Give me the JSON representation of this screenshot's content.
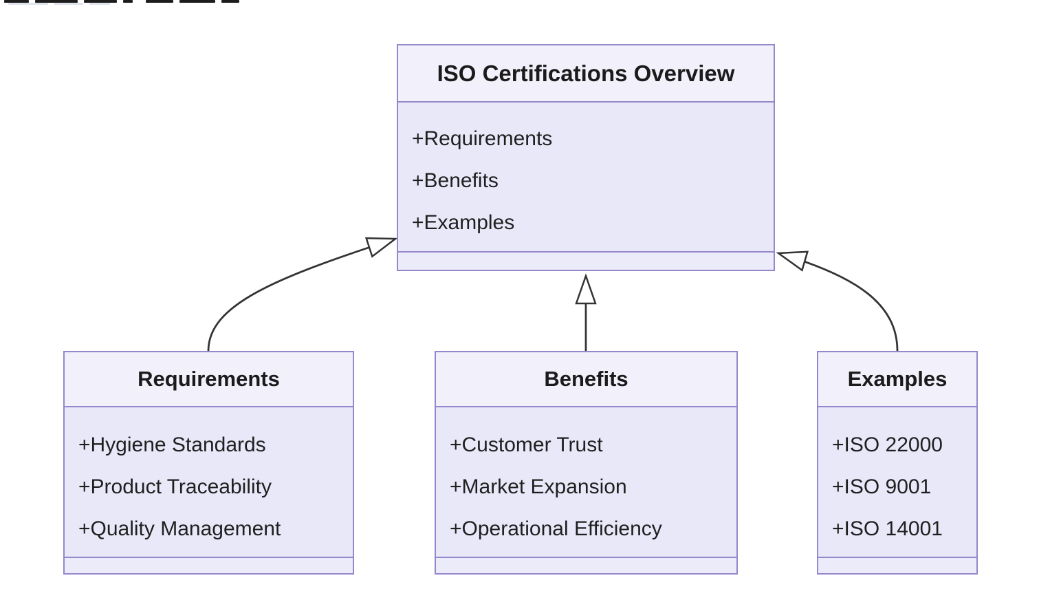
{
  "diagram": {
    "type": "uml-class-diagram",
    "overview": {
      "title": "ISO Certifications Overview",
      "members": [
        "+Requirements",
        "+Benefits",
        "+Examples"
      ]
    },
    "classes": [
      {
        "title": "Requirements",
        "members": [
          "+Hygiene Standards",
          "+Product Traceability",
          "+Quality Management"
        ]
      },
      {
        "title": "Benefits",
        "members": [
          "+Customer Trust",
          "+Market Expansion",
          "+Operational Efficiency"
        ]
      },
      {
        "title": "Examples",
        "members": [
          "+ISO 22000",
          "+ISO 9001",
          "+ISO 14001"
        ]
      }
    ],
    "relations": [
      {
        "from": "Requirements",
        "to": "ISO Certifications Overview",
        "type": "inheritance"
      },
      {
        "from": "Benefits",
        "to": "ISO Certifications Overview",
        "type": "inheritance"
      },
      {
        "from": "Examples",
        "to": "ISO Certifications Overview",
        "type": "inheritance"
      }
    ],
    "colors": {
      "box_body_fill": "#E9E8F9",
      "box_title_fill": "#F2F1FB",
      "box_border": "#9587CB",
      "arrow_stroke": "#333333",
      "arrowhead_fill": "#ffffff",
      "text": "#1f1f1f",
      "background": "#ffffff"
    }
  }
}
